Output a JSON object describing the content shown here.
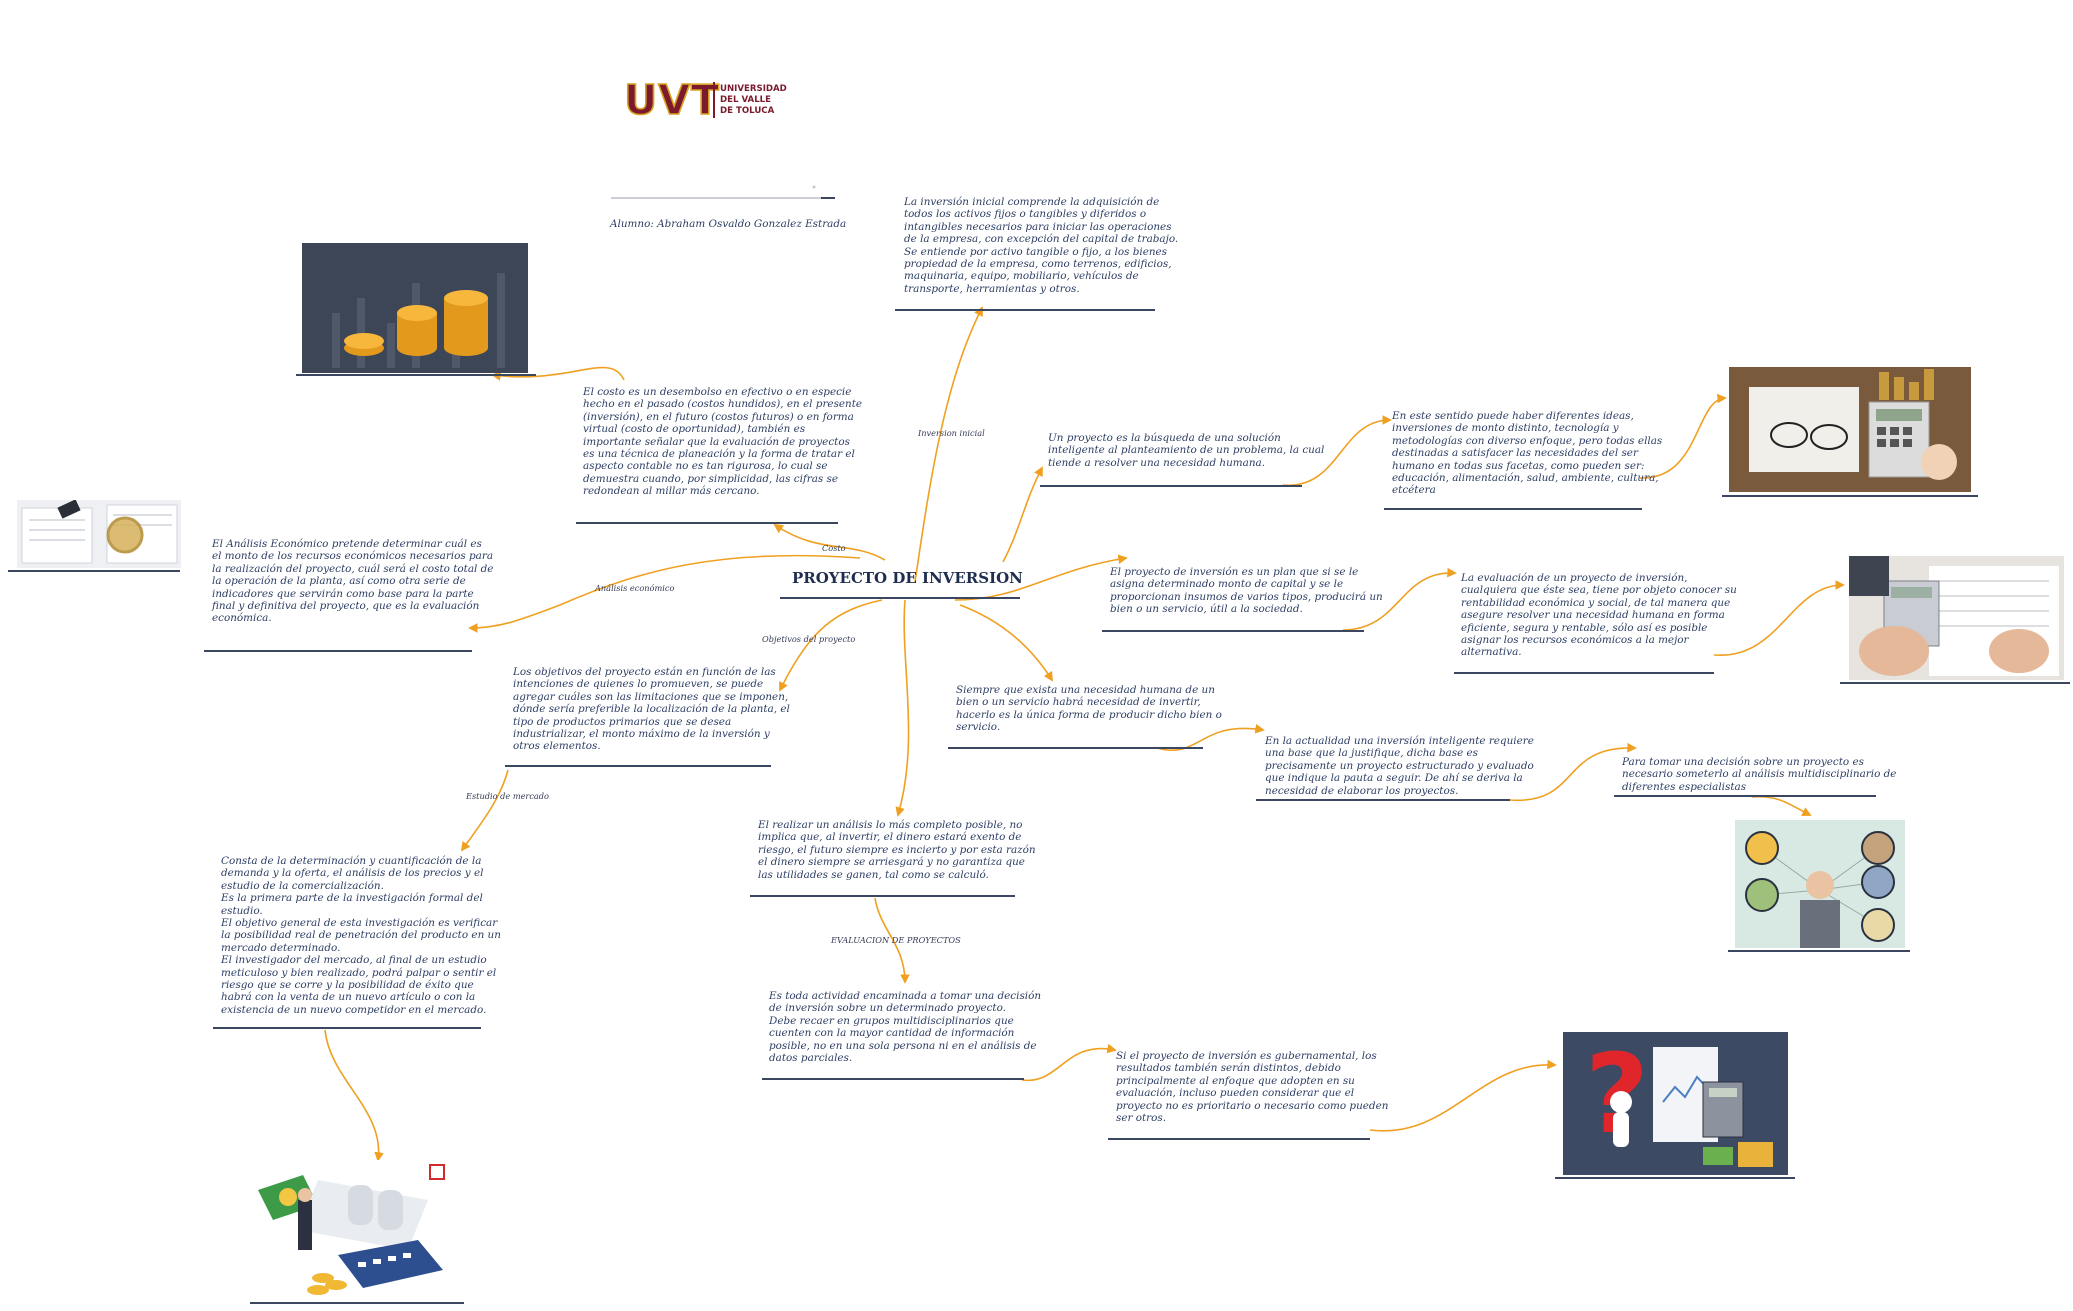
{
  "logo": {
    "letters": "UVT",
    "name": "UNIVERSIDAD\nDEL VALLE\nDE TOLUCA"
  },
  "student": "Alumno: Abraham Osvaldo Gonzalez Estrada",
  "central_topic": "PROYECTO DE INVERSION",
  "branch_labels": {
    "inversion_inicial": "Inversion inicial",
    "costo": "Costo",
    "analisis_economico": "Análisis económico",
    "objetivos": "Objetivos del proyecto",
    "estudio_mercado": "Estudio de mercado",
    "evaluacion": "EVALUACION DE PROYECTOS"
  },
  "notes": {
    "inversion_inicial": "La inversión inicial comprende la adquisición de\ntodos los activos fijos o tangibles y diferidos o\nintangibles necesarios para iniciar las operaciones\nde la empresa, con excepción del capital de trabajo.\nSe entiende por activo tangible o fijo, a los bienes\npropiedad de la empresa, como terrenos, edificios,\nmaquinaria, equipo, mobiliario, vehículos de\ntransporte, herramientas y otros.",
    "costo": "El costo es un desembolso en efectivo o en especie\nhecho en el pasado (costos hundidos), en el presente\n(inversión), en el futuro (costos futuros) o en forma\nvirtual (costo de oportunidad), también es\nimportante señalar que la evaluación de proyectos\nes una técnica de planeación y la forma de tratar el\naspecto contable no es tan rigurosa, lo cual se\ndemuestra cuando, por simplicidad, las cifras se\nredondean al millar más cercano.",
    "analisis_economico": "El Análisis Económico pretende determinar cuál es\nel monto de los recursos económicos necesarios para\nla realización del proyecto, cuál será el costo total de\nla operación de la planta, así como otra serie de\nindicadores que servirán como base para la parte\nfinal y definitiva del proyecto, que es la evaluación\neconómica.",
    "objetivos": "Los objetivos del proyecto están en función de las\nintenciones de quienes lo promueven, se puede\nagregar cuáles son las limitaciones que se imponen,\ndónde sería preferible la localización de la planta, el\ntipo de productos primarios que se desea\nindustrializar, el monto máximo de la inversión y\notros elementos.",
    "estudio_mercado": "Consta de la determinación y cuantificación de la\ndemanda y la oferta, el análisis de los precios y el\nestudio de la comercialización.\nEs la primera parte de la investigación formal del\nestudio.\nEl objetivo general de esta investigación es verificar\nla posibilidad real de penetración del producto en un\nmercado determinado.\nEl investigador del mercado, al final de un estudio\nmeticuloso y bien realizado, podrá palpar o sentir el\nriesgo que se corre y la posibilidad de éxito que\nhabrá con la venta de un nuevo artículo o con la\nexistencia de un nuevo competidor en el mercado.",
    "analisis_completo": "El realizar un análisis lo más completo posible, no\nimplica que, al invertir, el dinero estará exento de\nriesgo, el futuro siempre es incierto y por esta razón\nel dinero siempre se arriesgará y no garantiza que\nlas utilidades se ganen, tal como se calculó.",
    "evaluacion": "Es toda actividad encaminada a tomar una decisión\nde inversión sobre un determinado proyecto.\nDebe recaer en grupos multidisciplinarios que\ncuenten con la mayor cantidad de información\nposible, no en una sola persona ni en el análisis de\ndatos parciales.",
    "gubernamental": "Si el proyecto de inversión es gubernamental, los\nresultados también serán distintos, debido\nprincipalmente al enfoque que adopten en su\nevaluación, incluso pueden considerar que el\nproyecto no es prioritario o necesario como pueden\nser otros.",
    "busqueda": "Un proyecto es la búsqueda de una solución\ninteligente al planteamiento de un problema, la cual\ntiende a resolver una necesidad humana.",
    "ideas": "En este sentido puede haber diferentes ideas,\ninversiones de monto distinto, tecnología y\nmetodologías con diverso enfoque, pero todas ellas\ndestinadas a satisfacer las necesidades del ser\nhumano en todas sus facetas, como pueden ser:\neducación, alimentación, salud, ambiente, cultura,\netcétera",
    "plan": "El proyecto de inversión es un plan que si se le\nasigna determinado monto de capital y se le\nproporcionan insumos de varios tipos, producirá un\nbien o un servicio, útil a la sociedad.",
    "evaluacion_proyecto": "La evaluación de un proyecto de inversión,\ncualquiera que éste sea, tiene por objeto conocer su\nrentabilidad económica y social, de tal manera que\nasegure resolver una necesidad humana en forma\neficiente, segura y rentable, sólo así es posible\nasignar los recursos económicos a la mejor\nalternativa.",
    "necesidad": "Siempre que exista una necesidad humana de un\nbien o un servicio habrá necesidad de invertir,\nhacerlo es la única forma de producir dicho bien o\nservicio.",
    "actualidad": "En la actualidad una inversión inteligente requiere\nuna base que la justifique, dicha base es\nprecisamente un proyecto estructurado y evaluado\nque indique la pauta a seguir. De ahí se deriva la\nnecesidad de elaborar los proyectos.",
    "decision": "Para tomar una decisión sobre un proyecto es\nnecesario someterlo al análisis multidisciplinario de\ndiferentes especialistas"
  },
  "colors": {
    "connector": "#f0a020",
    "rule": "#3b4660",
    "text": "#2d3e64",
    "logo_maroon": "#7a1a2c",
    "logo_gold": "#d9a21e"
  }
}
